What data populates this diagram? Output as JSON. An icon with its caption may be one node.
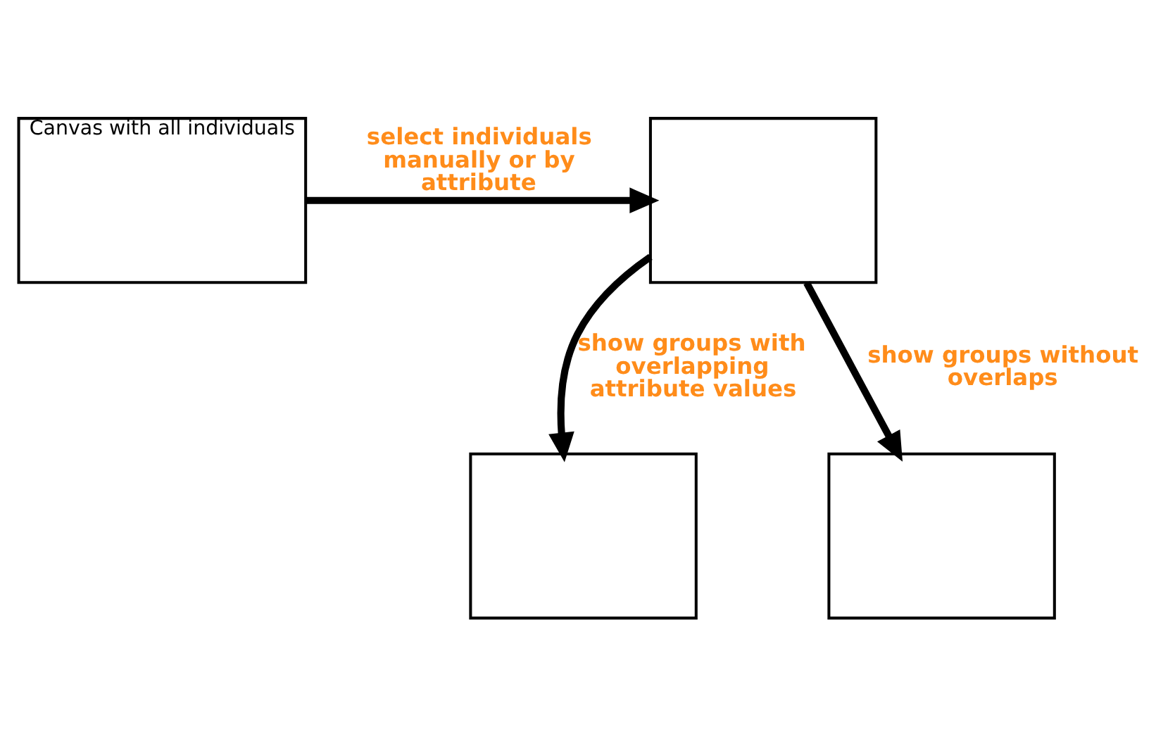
{
  "diagram": {
    "nodes": [
      {
        "text": [
          "Canvas with all individuals"
        ]
      },
      {
        "text": [],
        "shape": "box"
      },
      {
        "text": [],
        "shape": "box"
      },
      {
        "text": [],
        "shape": "box"
      }
    ],
    "edges": [
      {
        "from": 0,
        "to": 1,
        "arrow": "to",
        "label": "select individuals manually or by attribute"
      },
      {
        "from": 1,
        "to": 2,
        "arrow": "to",
        "label": "show groups with overlapping attribute values"
      },
      {
        "from": 1,
        "to": 3,
        "arrow": "to",
        "label": "show groups without overlaps"
      }
    ]
  }
}
